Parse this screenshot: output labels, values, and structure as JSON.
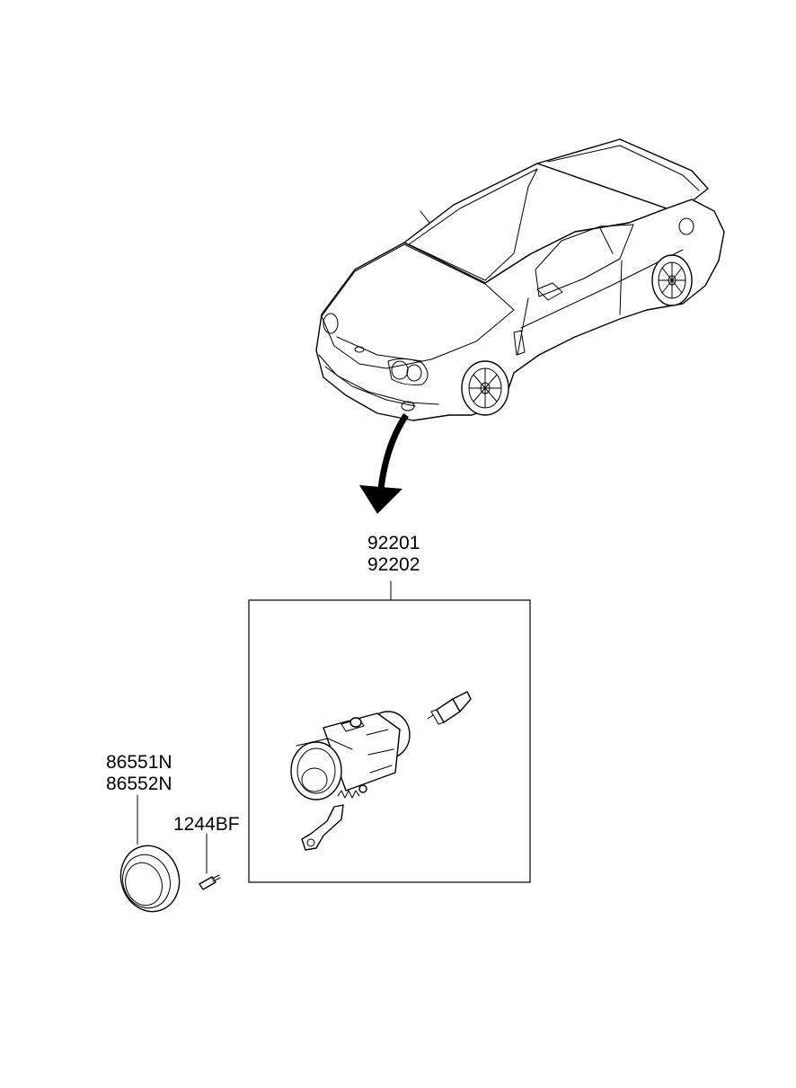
{
  "parts": {
    "fog_lamp_assembly": {
      "numbers": [
        "92201",
        "92202"
      ]
    },
    "fog_lamp_cover": {
      "numbers": [
        "86551N",
        "86552N"
      ]
    },
    "screw": {
      "number": "1244BF"
    }
  },
  "colors": {
    "line": "#000000",
    "background": "#ffffff"
  },
  "icons": [
    "car-icon",
    "pointer-arrow-icon",
    "fog-lamp-icon",
    "bulb-icon",
    "cover-icon",
    "screw-icon"
  ]
}
